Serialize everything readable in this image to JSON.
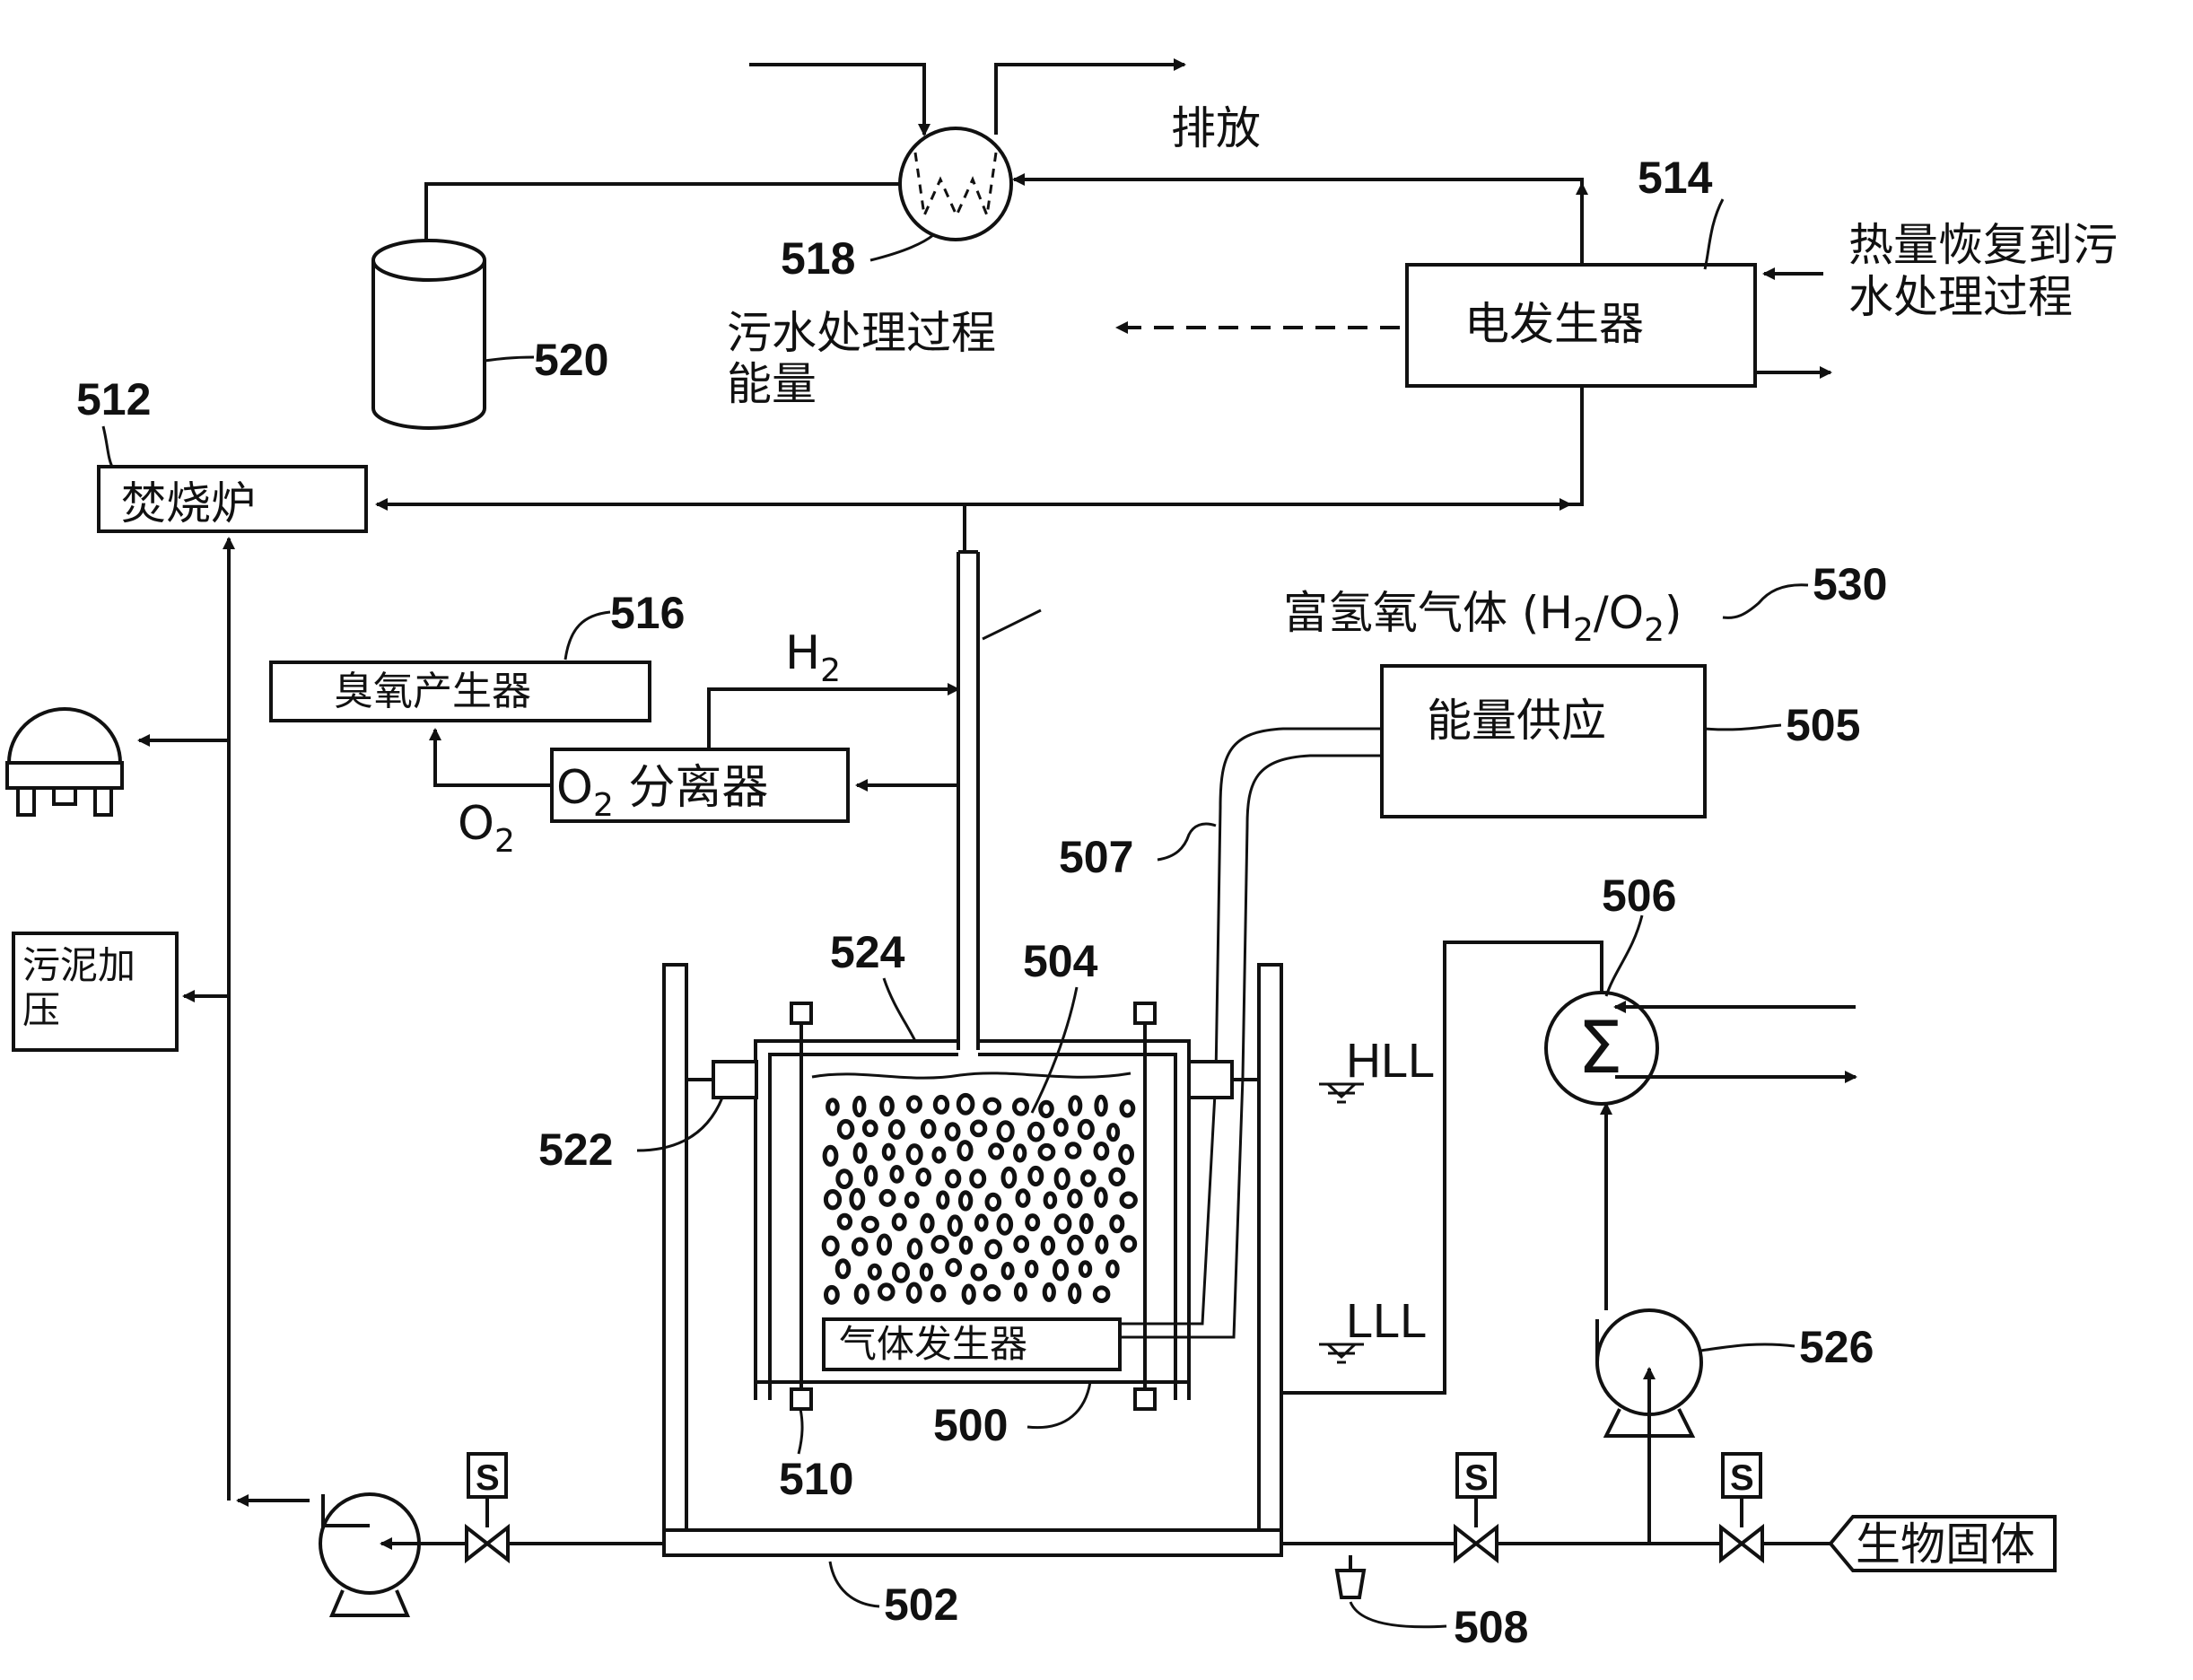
{
  "labels": {
    "discharge": "排放",
    "heat_recovery_line1": "热量恢复到污",
    "heat_recovery_line2": "水处理过程",
    "wastewater_energy_line1": "污水处理过程",
    "wastewater_energy_line2": "能量",
    "generator": "电发生器",
    "incinerator": "焚烧炉",
    "ozone_generator": "臭氧产生器",
    "o2_separator_prefix": "O",
    "o2_separator_sub": "2",
    "o2_separator_text": " 分离器",
    "h2_main": "H",
    "h2_sub": "2",
    "o2_main": "O",
    "o2_sub": "2",
    "rich_gas": "富氢氧气体 (H",
    "rich_gas_sub1": "2",
    "rich_gas_mid": "/O",
    "rich_gas_sub2": "2",
    "rich_gas_end": ")",
    "energy_supply": "能量供应",
    "sludge_press_line1": "污泥加",
    "sludge_press_line2": "压",
    "gas_generator": "气体发生器",
    "biosolids": "生物固体",
    "hll": "HLL",
    "lll": "LLL",
    "solenoid": "S"
  },
  "refs": {
    "r500": "500",
    "r502": "502",
    "r504": "504",
    "r505": "505",
    "r506": "506",
    "r507": "507",
    "r508": "508",
    "r510": "510",
    "r512": "512",
    "r514": "514",
    "r516": "516",
    "r518": "518",
    "r520": "520",
    "r522": "522",
    "r524": "524",
    "r526": "526",
    "r530": "530"
  }
}
